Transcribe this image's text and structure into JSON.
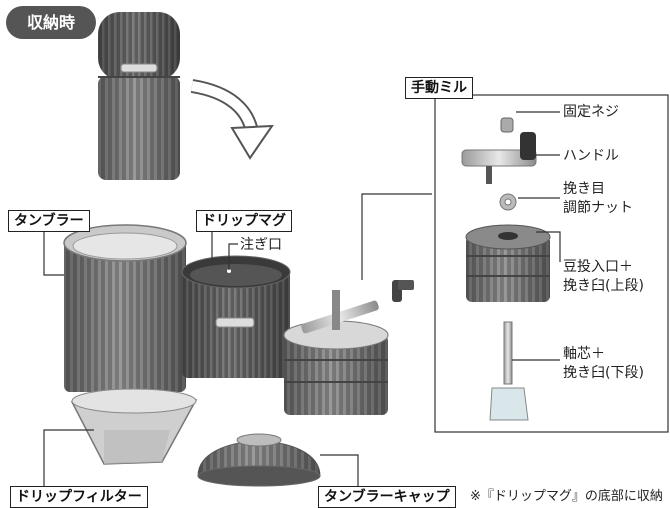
{
  "badge": "収納時",
  "labels": {
    "tumbler": "タンブラー",
    "drip_mug": "ドリップマグ",
    "spout": "注ぎ口",
    "hand_mill": "手動ミル",
    "fixing_screw": "固定ネジ",
    "handle": "ハンドル",
    "grind_adjust_line1": "挽き目",
    "grind_adjust_line2": "調節ナット",
    "bean_inlet_line1": "豆投入口＋",
    "bean_inlet_line2": "挽き臼(上段)",
    "shaft_line1": "軸芯＋",
    "shaft_line2": "挽き臼(下段)",
    "drip_filter": "ドリップフィルター",
    "tumbler_cap": "タンブラーキャップ"
  },
  "note": "※『ドリップマグ』の底部に収納"
}
